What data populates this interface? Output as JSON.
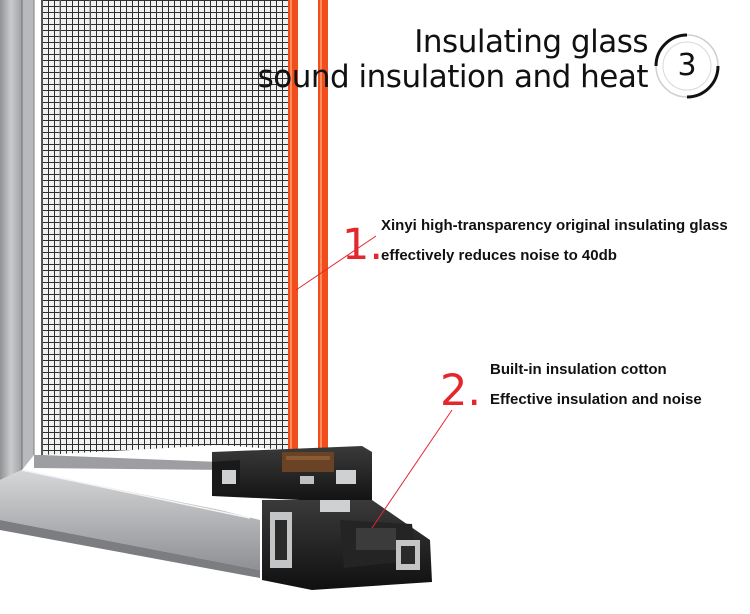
{
  "header": {
    "title_line1": "Insulating glass",
    "title_line2": "sound insulation and heat",
    "step_number": "3"
  },
  "callouts": [
    {
      "marker": "1.",
      "lines": [
        "Xinyi high-transparency original insulating glass",
        "effectively reduces noise to 40db"
      ]
    },
    {
      "marker": "2.",
      "lines": [
        "Built-in insulation cotton",
        "Effective insulation and noise"
      ]
    }
  ],
  "colors": {
    "accent_red": "#e4262d",
    "glass_edge_orange": "#f04e1c",
    "aluminum_frame": "#a9abae",
    "profile_dark": "#1c1c1c",
    "insulation_brown": "#6a4327",
    "mesh": "#2e2e2e"
  }
}
